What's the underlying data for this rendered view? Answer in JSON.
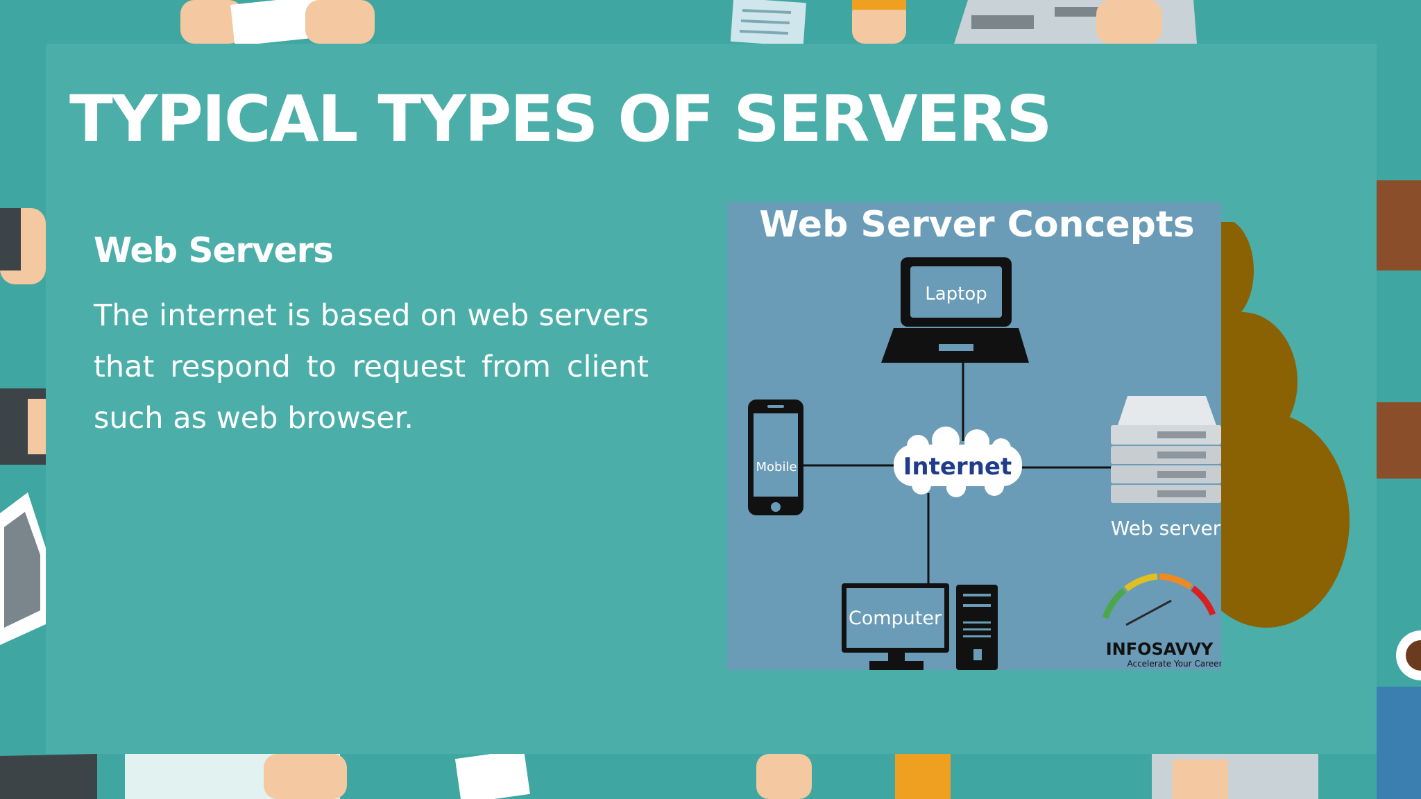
{
  "slide": {
    "title": "TYPICAL TYPES OF SERVERS",
    "subtitle": "Web Servers",
    "body": "The internet is based on web servers that respond to request from client such as web browser."
  },
  "diagram": {
    "heading": "Web Server Concepts",
    "laptop_label": "Laptop",
    "mobile_label": "Mobile",
    "internet_label": "Internet",
    "server_label": "Web server",
    "computer_label": "Computer",
    "brand": "INFOSAVVY",
    "tagline": "Accelerate Your Career"
  },
  "colors": {
    "background": "#3fa6a2",
    "panel": "#4caea9",
    "diagram_bg": "#6a9cb7",
    "accent_brown": "#8a6203",
    "internet_text": "#1f3d8a"
  }
}
